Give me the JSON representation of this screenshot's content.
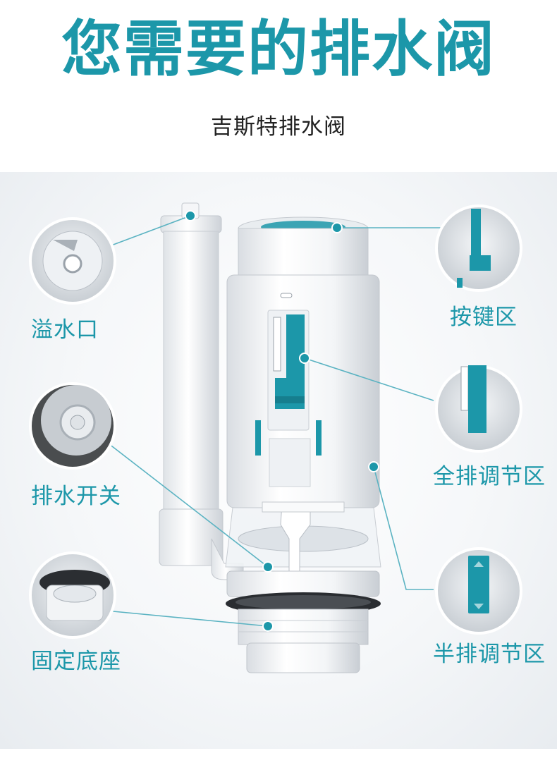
{
  "header": {
    "title": "您需要的排水阀",
    "subtitle": "吉斯特排水阀"
  },
  "callouts": {
    "overflow_port": "溢水口",
    "drain_switch": "排水开关",
    "fixed_base": "固定底座",
    "button_area": "按键区",
    "full_flush_adjust": "全排调节区",
    "half_flush_adjust": "半排调节区"
  },
  "colors": {
    "accent": "#1c97a9",
    "leader_line": "#5bb3c2",
    "text": "#222222"
  }
}
